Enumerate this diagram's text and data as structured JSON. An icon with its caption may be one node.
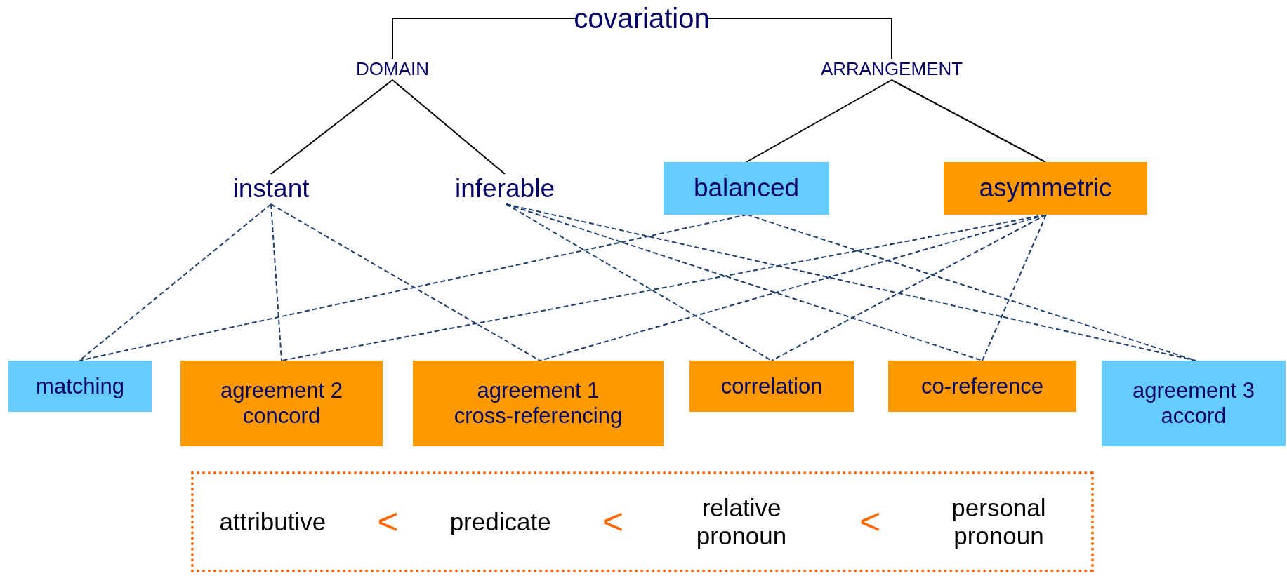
{
  "diagram": {
    "nodes": [
      {
        "text": [
          "covariation"
        ]
      },
      {
        "text": [
          "DOMAIN"
        ]
      },
      {
        "text": [
          "ARRANGEMENT"
        ]
      },
      {
        "text": [
          "instant"
        ]
      },
      {
        "text": [
          "inferable"
        ]
      },
      {
        "text": [
          "balanced"
        ]
      },
      {
        "text": [
          "asymmetric"
        ]
      },
      {
        "text": [
          "matching"
        ]
      },
      {
        "text": [
          "agreement 2",
          "concord"
        ]
      },
      {
        "text": [
          "agreement 1",
          "cross-referencing"
        ]
      },
      {
        "text": [
          "correlation"
        ]
      },
      {
        "text": [
          "co-reference"
        ]
      },
      {
        "text": [
          "agreement 3",
          "accord"
        ]
      },
      {
        "text": [
          "attributive",
          "<",
          "predicate",
          "<",
          "relative pronoun",
          "<",
          "personal pronoun"
        ]
      }
    ],
    "edges": [
      {
        "from": 0,
        "to": 1,
        "arrow": "none",
        "color": "#000000"
      },
      {
        "from": 0,
        "to": 2,
        "arrow": "none",
        "color": "#000000"
      },
      {
        "from": 1,
        "to": 3,
        "arrow": "none",
        "color": "#000000"
      },
      {
        "from": 1,
        "to": 4,
        "arrow": "none",
        "color": "#000000"
      },
      {
        "from": 2,
        "to": 5,
        "arrow": "none",
        "color": "#000000"
      },
      {
        "from": 2,
        "to": 6,
        "arrow": "none",
        "color": "#000000"
      },
      {
        "from": 3,
        "to": 7,
        "arrow": "none",
        "style": "dashed"
      },
      {
        "from": 3,
        "to": 8,
        "arrow": "none",
        "style": "dashed"
      },
      {
        "from": 3,
        "to": 9,
        "arrow": "none",
        "style": "dashed"
      },
      {
        "from": 4,
        "to": 10,
        "arrow": "none",
        "style": "dashed"
      },
      {
        "from": 4,
        "to": 11,
        "arrow": "none",
        "style": "dashed"
      },
      {
        "from": 4,
        "to": 12,
        "arrow": "none",
        "style": "dashed"
      },
      {
        "from": 5,
        "to": 7,
        "arrow": "none",
        "style": "dashed"
      },
      {
        "from": 5,
        "to": 12,
        "arrow": "none",
        "style": "dashed"
      },
      {
        "from": 6,
        "to": 8,
        "arrow": "none",
        "style": "dashed"
      },
      {
        "from": 6,
        "to": 9,
        "arrow": "none",
        "style": "dashed"
      },
      {
        "from": 6,
        "to": 10,
        "arrow": "none",
        "style": "dashed"
      },
      {
        "from": 6,
        "to": 11,
        "arrow": "none",
        "style": "dashed"
      }
    ]
  }
}
